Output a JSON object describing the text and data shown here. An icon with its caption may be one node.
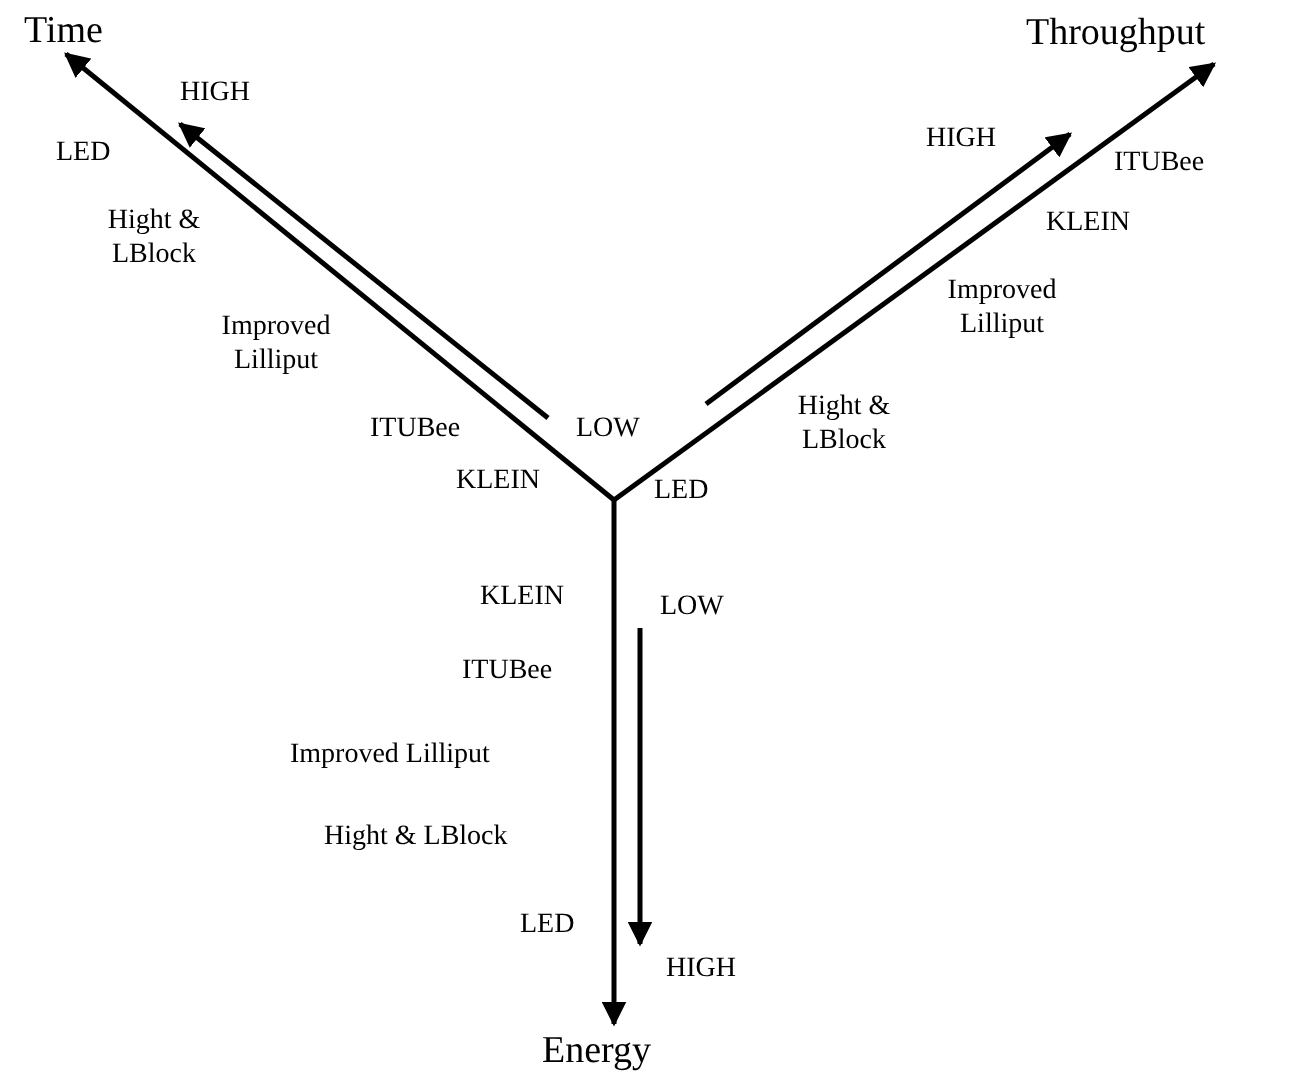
{
  "diagram": {
    "labels": [
      "Time",
      "Throughput",
      "HIGH",
      "HIGH",
      "ITUBee",
      "LED",
      "KLEIN",
      "Hight & LBlock",
      "Improved Lilliput",
      "Improved Lilliput",
      "Hight & LBlock",
      "ITUBee",
      "LOW",
      "KLEIN",
      "LED",
      "KLEIN",
      "LOW",
      "ITUBee",
      "Improved Lilliput",
      "Hight & LBlock",
      "LED",
      "HIGH",
      "Energy"
    ]
  }
}
